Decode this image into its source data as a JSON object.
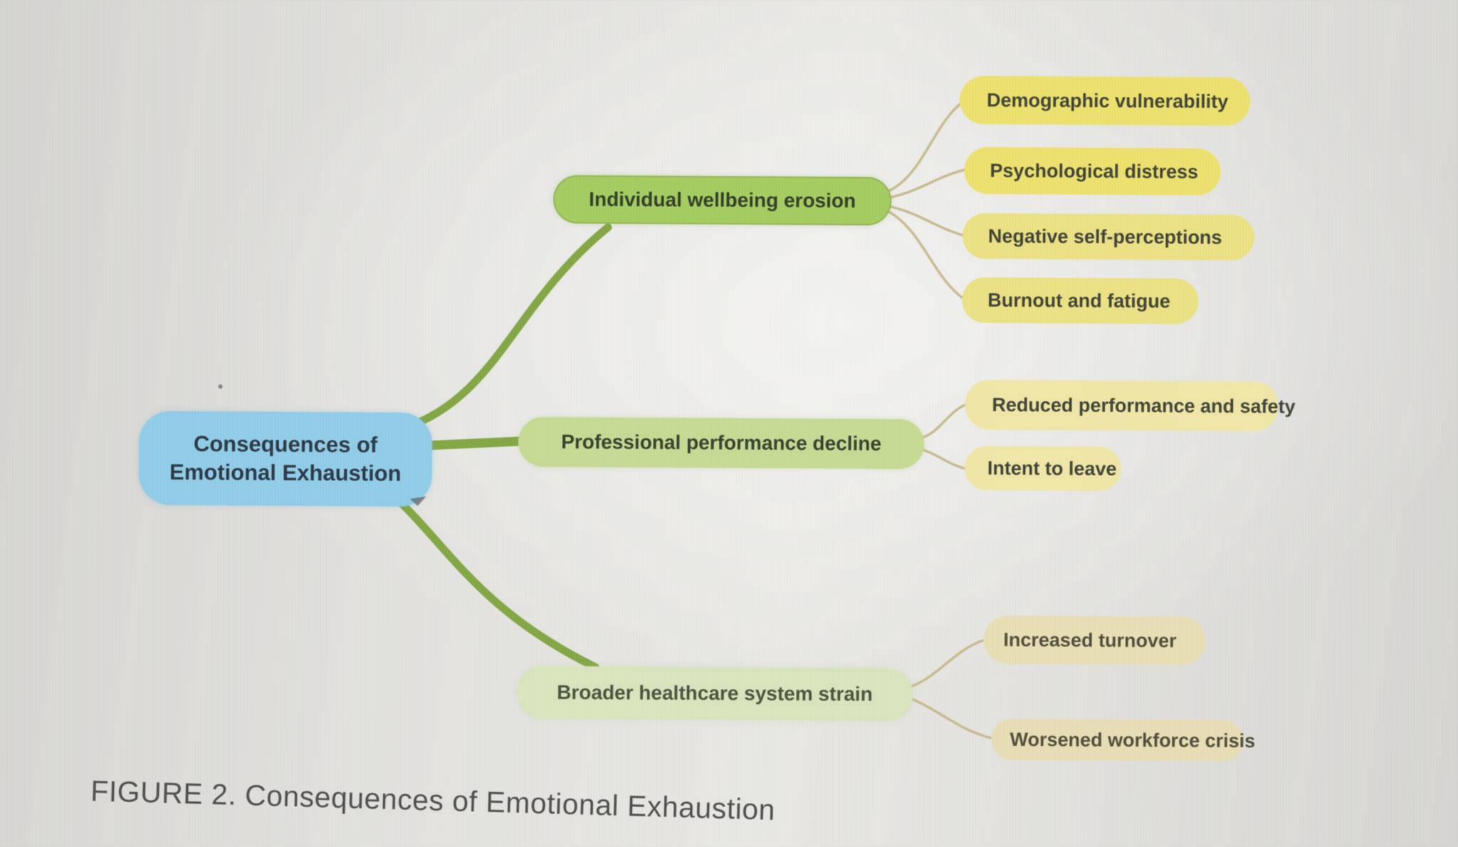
{
  "figure": {
    "caption": "FIGURE 2. Consequences of Emotional Exhaustion"
  },
  "mindmap": {
    "root": {
      "label_line1": "Consequences of",
      "label_line2": "Emotional Exhaustion",
      "color": "#8acae8"
    },
    "branches": [
      {
        "label": "Individual wellbeing erosion",
        "color": "#9fcb57",
        "child_color": "#ece065",
        "children": [
          "Demographic vulnerability",
          "Psychological distress",
          "Negative self-perceptions",
          "Burnout and fatigue"
        ]
      },
      {
        "label": "Professional performance decline",
        "color": "#c2d98d",
        "child_color": "#efe5a2",
        "children": [
          "Reduced performance and safety",
          "Intent to leave"
        ]
      },
      {
        "label": "Broader healthcare system strain",
        "color": "#d7e3ba",
        "child_color": "#e8deb2",
        "children": [
          "Increased turnover",
          "Worsened workforce crisis"
        ]
      }
    ],
    "connector_colors": {
      "primary_branch": "#7aa238",
      "secondary_twig": "#c6b78a"
    }
  }
}
